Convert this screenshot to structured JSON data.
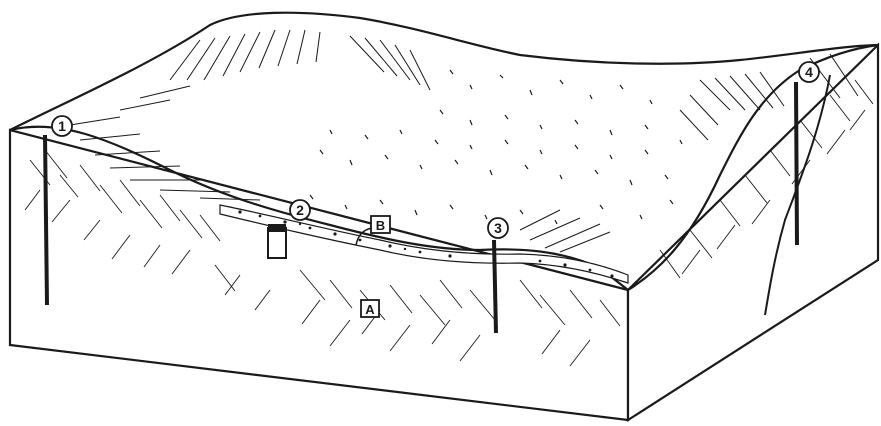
{
  "wells": [
    {
      "id": "well-1",
      "label": "1"
    },
    {
      "id": "well-2",
      "label": "2"
    },
    {
      "id": "well-3",
      "label": "3"
    },
    {
      "id": "well-4",
      "label": "4"
    }
  ],
  "zones": [
    {
      "id": "zone-a",
      "label": "A"
    },
    {
      "id": "zone-b",
      "label": "B"
    }
  ],
  "colors": {
    "ink": "#1a1a1a",
    "paper": "#ffffff"
  }
}
